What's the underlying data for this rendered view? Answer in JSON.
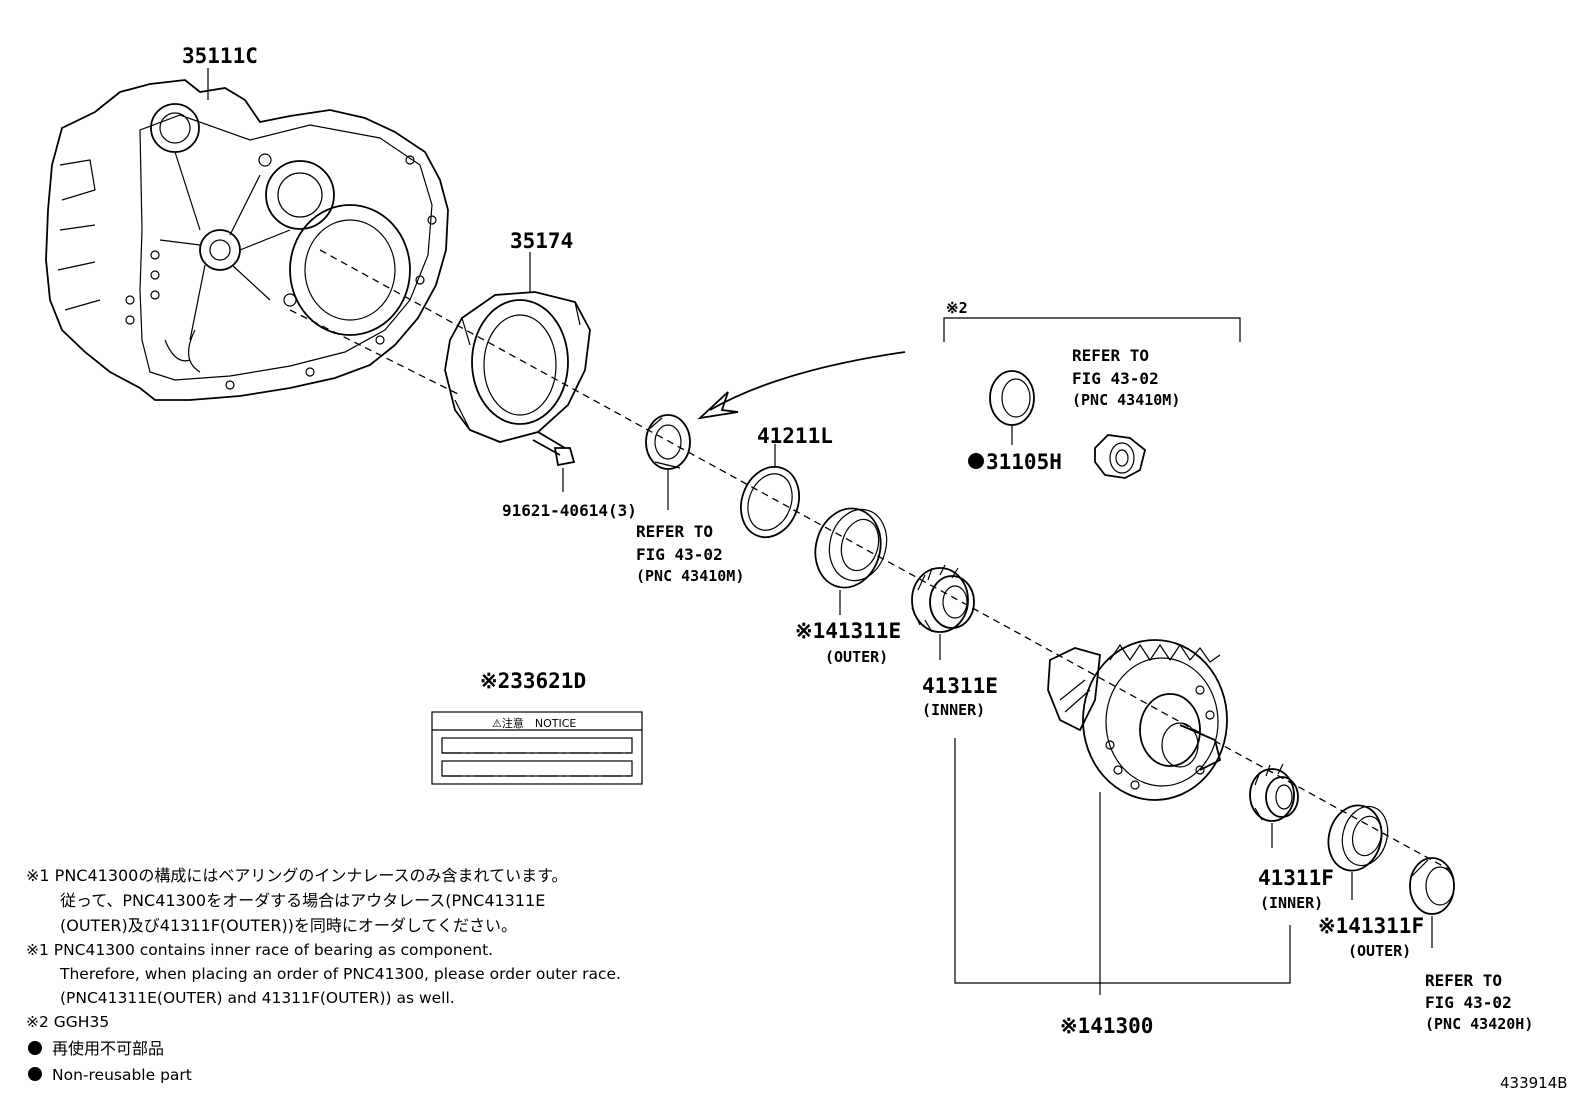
{
  "labels": {
    "p35111c": "35111C",
    "p35174": "35174",
    "p91621": "91621-40614(3)",
    "p41211l": "41211L",
    "p31105h": "31105H",
    "p41311e_outer": "※141311E",
    "outer_1": "(OUTER)",
    "p41311e_inner": "41311E",
    "inner_1": "(INNER)",
    "p33621d": "※233621D",
    "notice_label": "⚠注意　NOTICE",
    "p41311f_inner": "41311F",
    "inner_2": "(INNER)",
    "p41311f_outer": "※141311F",
    "outer_2": "(OUTER)",
    "p41300": "※141300",
    "kome2_top": "※2",
    "figure_id": "433914B"
  },
  "refer": {
    "r1": {
      "line1": "REFER TO",
      "line2": "FIG 43-02",
      "line3": "(PNC 43410M)"
    },
    "r2": {
      "line1": "REFER TO",
      "line2": "FIG 43-02",
      "line3": "(PNC 43410M)"
    },
    "r3": {
      "line1": "REFER TO",
      "line2": "FIG 43-02",
      "line3": "(PNC 43420H)"
    }
  },
  "notes": {
    "jp1_line1": "※1 PNC41300の構成にはベアリングのインナレースのみ含まれています。",
    "jp1_line2": "従って、PNC41300をオーダする場合はアウタレース(PNC41311E",
    "jp1_line3": "(OUTER)及び41311F(OUTER))を同時にオーダしてください。",
    "en1_line1": "※1 PNC41300 contains inner race of bearing as component.",
    "en1_line2": "Therefore, when placing an order of PNC41300, please order outer race.",
    "en1_line3": "(PNC41311E(OUTER) and 41311F(OUTER)) as well.",
    "n2": "※2 GGH35",
    "bullet_jp": "再使用不可部品",
    "bullet_en": "Non-reusable part"
  }
}
